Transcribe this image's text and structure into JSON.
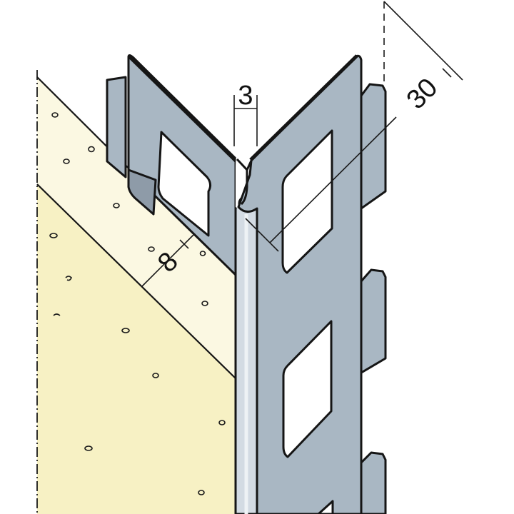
{
  "dimensions": {
    "gap": "3",
    "flange": "30",
    "depth": "8"
  },
  "colors": {
    "metal": "#a9b7c3",
    "metal_dark": "#8e9ba8",
    "nose": "#d3dbe3",
    "plaster": "#fbf8e2",
    "render": "#f7f1c4",
    "outline": "#151515"
  }
}
